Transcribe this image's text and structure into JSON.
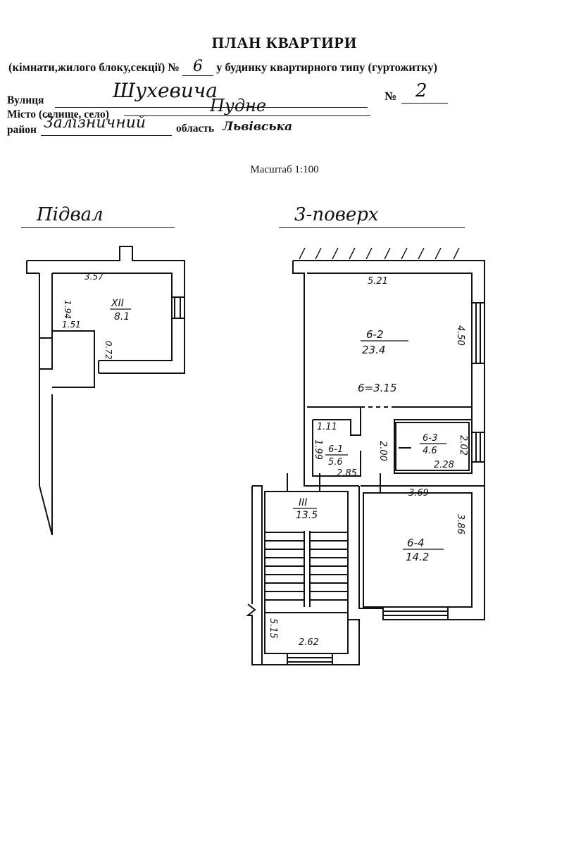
{
  "header": {
    "title": "ПЛАН КВАРТИРИ",
    "subtitle_prefix": "(кімнати,жилого блоку,секції) №",
    "apartment_number": "6",
    "subtitle_suffix": "у будинку квартирного типу (гуртожитку)"
  },
  "address": {
    "street_label": "Вулиця",
    "street_value": "Шухевича",
    "number_label": "№",
    "number_value": "2",
    "city_label": "Місто (селище, село)",
    "city_value": "Пудне",
    "district_label": "район",
    "district_value": "Залізничний",
    "oblast_label": "область",
    "oblast_value": "Львівська"
  },
  "scale": "Масштаб 1:100",
  "sections": {
    "basement": "Підвал",
    "floor": "3-поверх"
  },
  "basement_labels": {
    "width": "3.57",
    "left_dim": "1.94",
    "room_id": "XII",
    "room_area": "8.1",
    "small_dim": "1.51",
    "door_dim": "0.72"
  },
  "floor_labels": {
    "r2_width": "5.21",
    "r2_side": "4.50",
    "r2_id": "6-2",
    "r2_area": "23.4",
    "r2_bottom": "6=3.15",
    "r1_top": "1.11",
    "r1_side": "1.99",
    "r1_id": "6-1",
    "r1_area": "5.6",
    "r1_bottom": "2.85",
    "r3_id": "6-3",
    "r3_area": "4.6",
    "r3_side_left": "2.00",
    "r3_side_right": "2.02",
    "r3_bottom": "2.28",
    "r4_width": "3.69",
    "r4_side": "3.86",
    "r4_id": "6-4",
    "r4_area": "14.2",
    "st_id": "III",
    "st_area": "13.5",
    "st_side": "5.15",
    "st_bottom": "2.62"
  }
}
